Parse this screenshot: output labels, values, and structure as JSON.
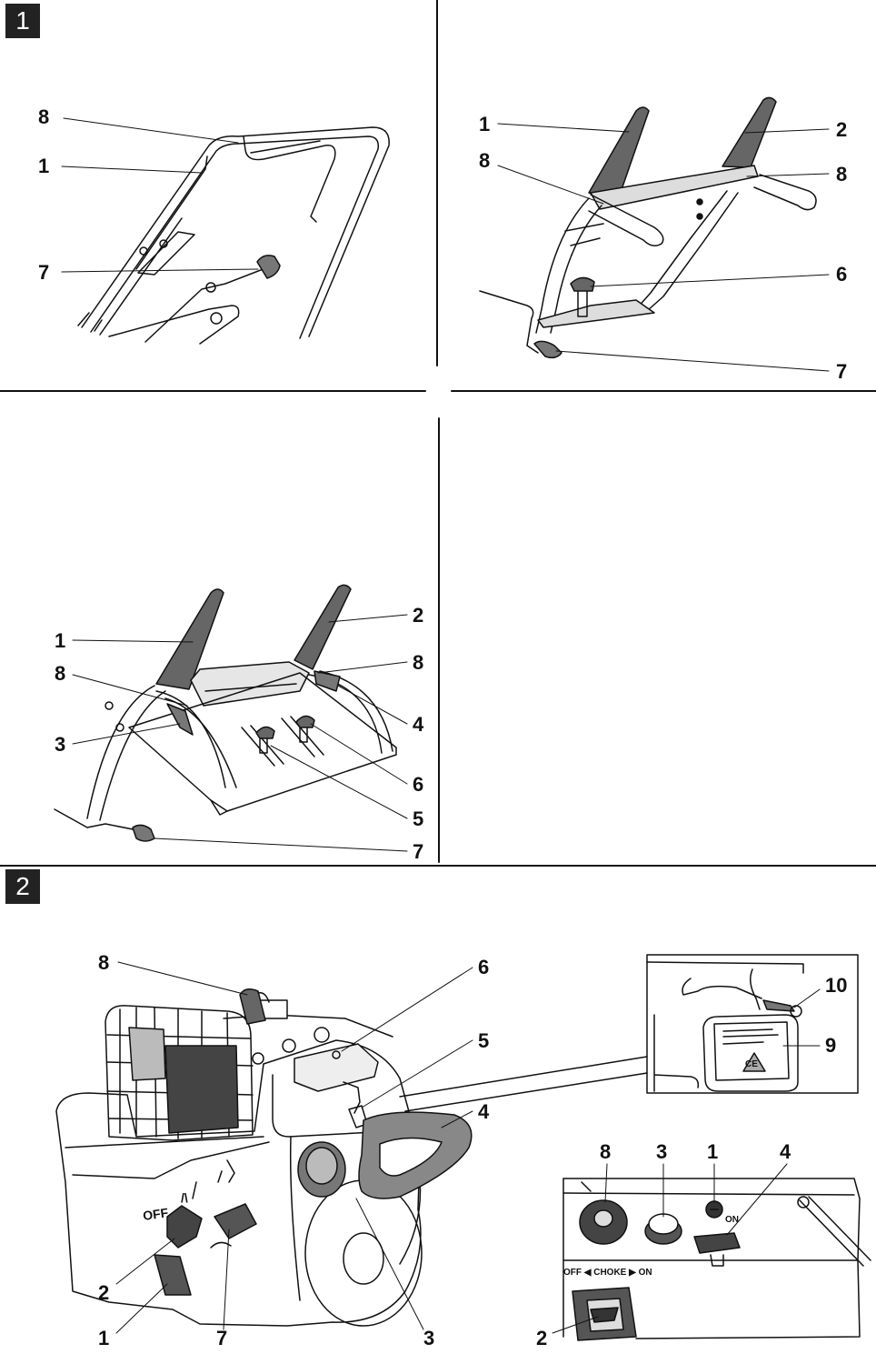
{
  "figure1": {
    "badge": "1",
    "panel_a": {
      "labels": {
        "l8": "8",
        "l1": "1",
        "l7": "7"
      }
    },
    "panel_b": {
      "labels": {
        "l1": "1",
        "l2": "2",
        "l8a": "8",
        "l8b": "8",
        "l6": "6",
        "l7": "7"
      }
    },
    "panel_c": {
      "labels": {
        "l2": "2",
        "l1": "1",
        "l8a": "8",
        "l8b": "8",
        "l4": "4",
        "l3": "3",
        "l6": "6",
        "l5": "5",
        "l7": "7"
      }
    }
  },
  "figure2": {
    "badge": "2",
    "engine": {
      "labels": {
        "l8": "8",
        "l6": "6",
        "l5": "5",
        "l4": "4",
        "l2": "2",
        "l1": "1",
        "l7": "7",
        "l3": "3"
      },
      "dial_text": "OFF"
    },
    "inset": {
      "labels": {
        "l10": "10",
        "l9": "9"
      },
      "ce_mark": "CE"
    },
    "panel": {
      "labels": {
        "l8": "8",
        "l3": "3",
        "l1": "1",
        "l4": "4",
        "l2": "2"
      },
      "on_text": "ON",
      "choke_text": "OFF ◀ CHOKE ▶ ON"
    }
  }
}
